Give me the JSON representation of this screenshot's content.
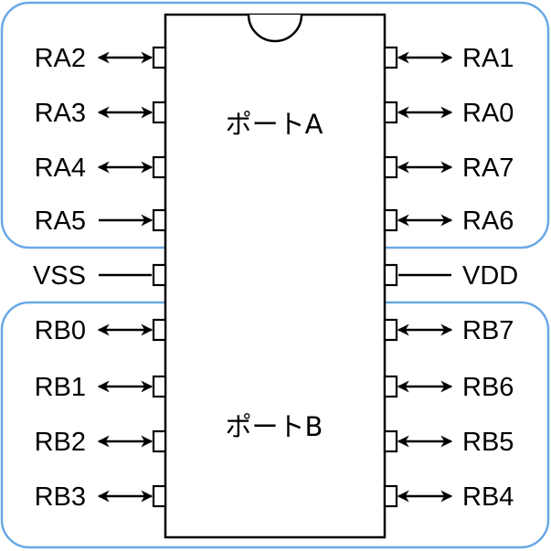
{
  "colors": {
    "group_border": "#6aa8e6",
    "stroke": "#000000",
    "background": "#ffffff"
  },
  "port_a": {
    "label": "ポートA"
  },
  "port_b": {
    "label": "ポートB"
  },
  "left_pins": [
    {
      "label": "RA2",
      "direction": "bidirectional"
    },
    {
      "label": "RA3",
      "direction": "bidirectional"
    },
    {
      "label": "RA4",
      "direction": "bidirectional"
    },
    {
      "label": "RA5",
      "direction": "input"
    },
    {
      "label": "VSS",
      "direction": "power"
    },
    {
      "label": "RB0",
      "direction": "bidirectional"
    },
    {
      "label": "RB1",
      "direction": "bidirectional"
    },
    {
      "label": "RB2",
      "direction": "bidirectional"
    },
    {
      "label": "RB3",
      "direction": "bidirectional"
    }
  ],
  "right_pins": [
    {
      "label": "RA1",
      "direction": "bidirectional"
    },
    {
      "label": "RA0",
      "direction": "bidirectional"
    },
    {
      "label": "RA7",
      "direction": "bidirectional"
    },
    {
      "label": "RA6",
      "direction": "bidirectional"
    },
    {
      "label": "VDD",
      "direction": "power"
    },
    {
      "label": "RB7",
      "direction": "bidirectional"
    },
    {
      "label": "RB6",
      "direction": "bidirectional"
    },
    {
      "label": "RB5",
      "direction": "bidirectional"
    },
    {
      "label": "RB4",
      "direction": "bidirectional"
    }
  ]
}
